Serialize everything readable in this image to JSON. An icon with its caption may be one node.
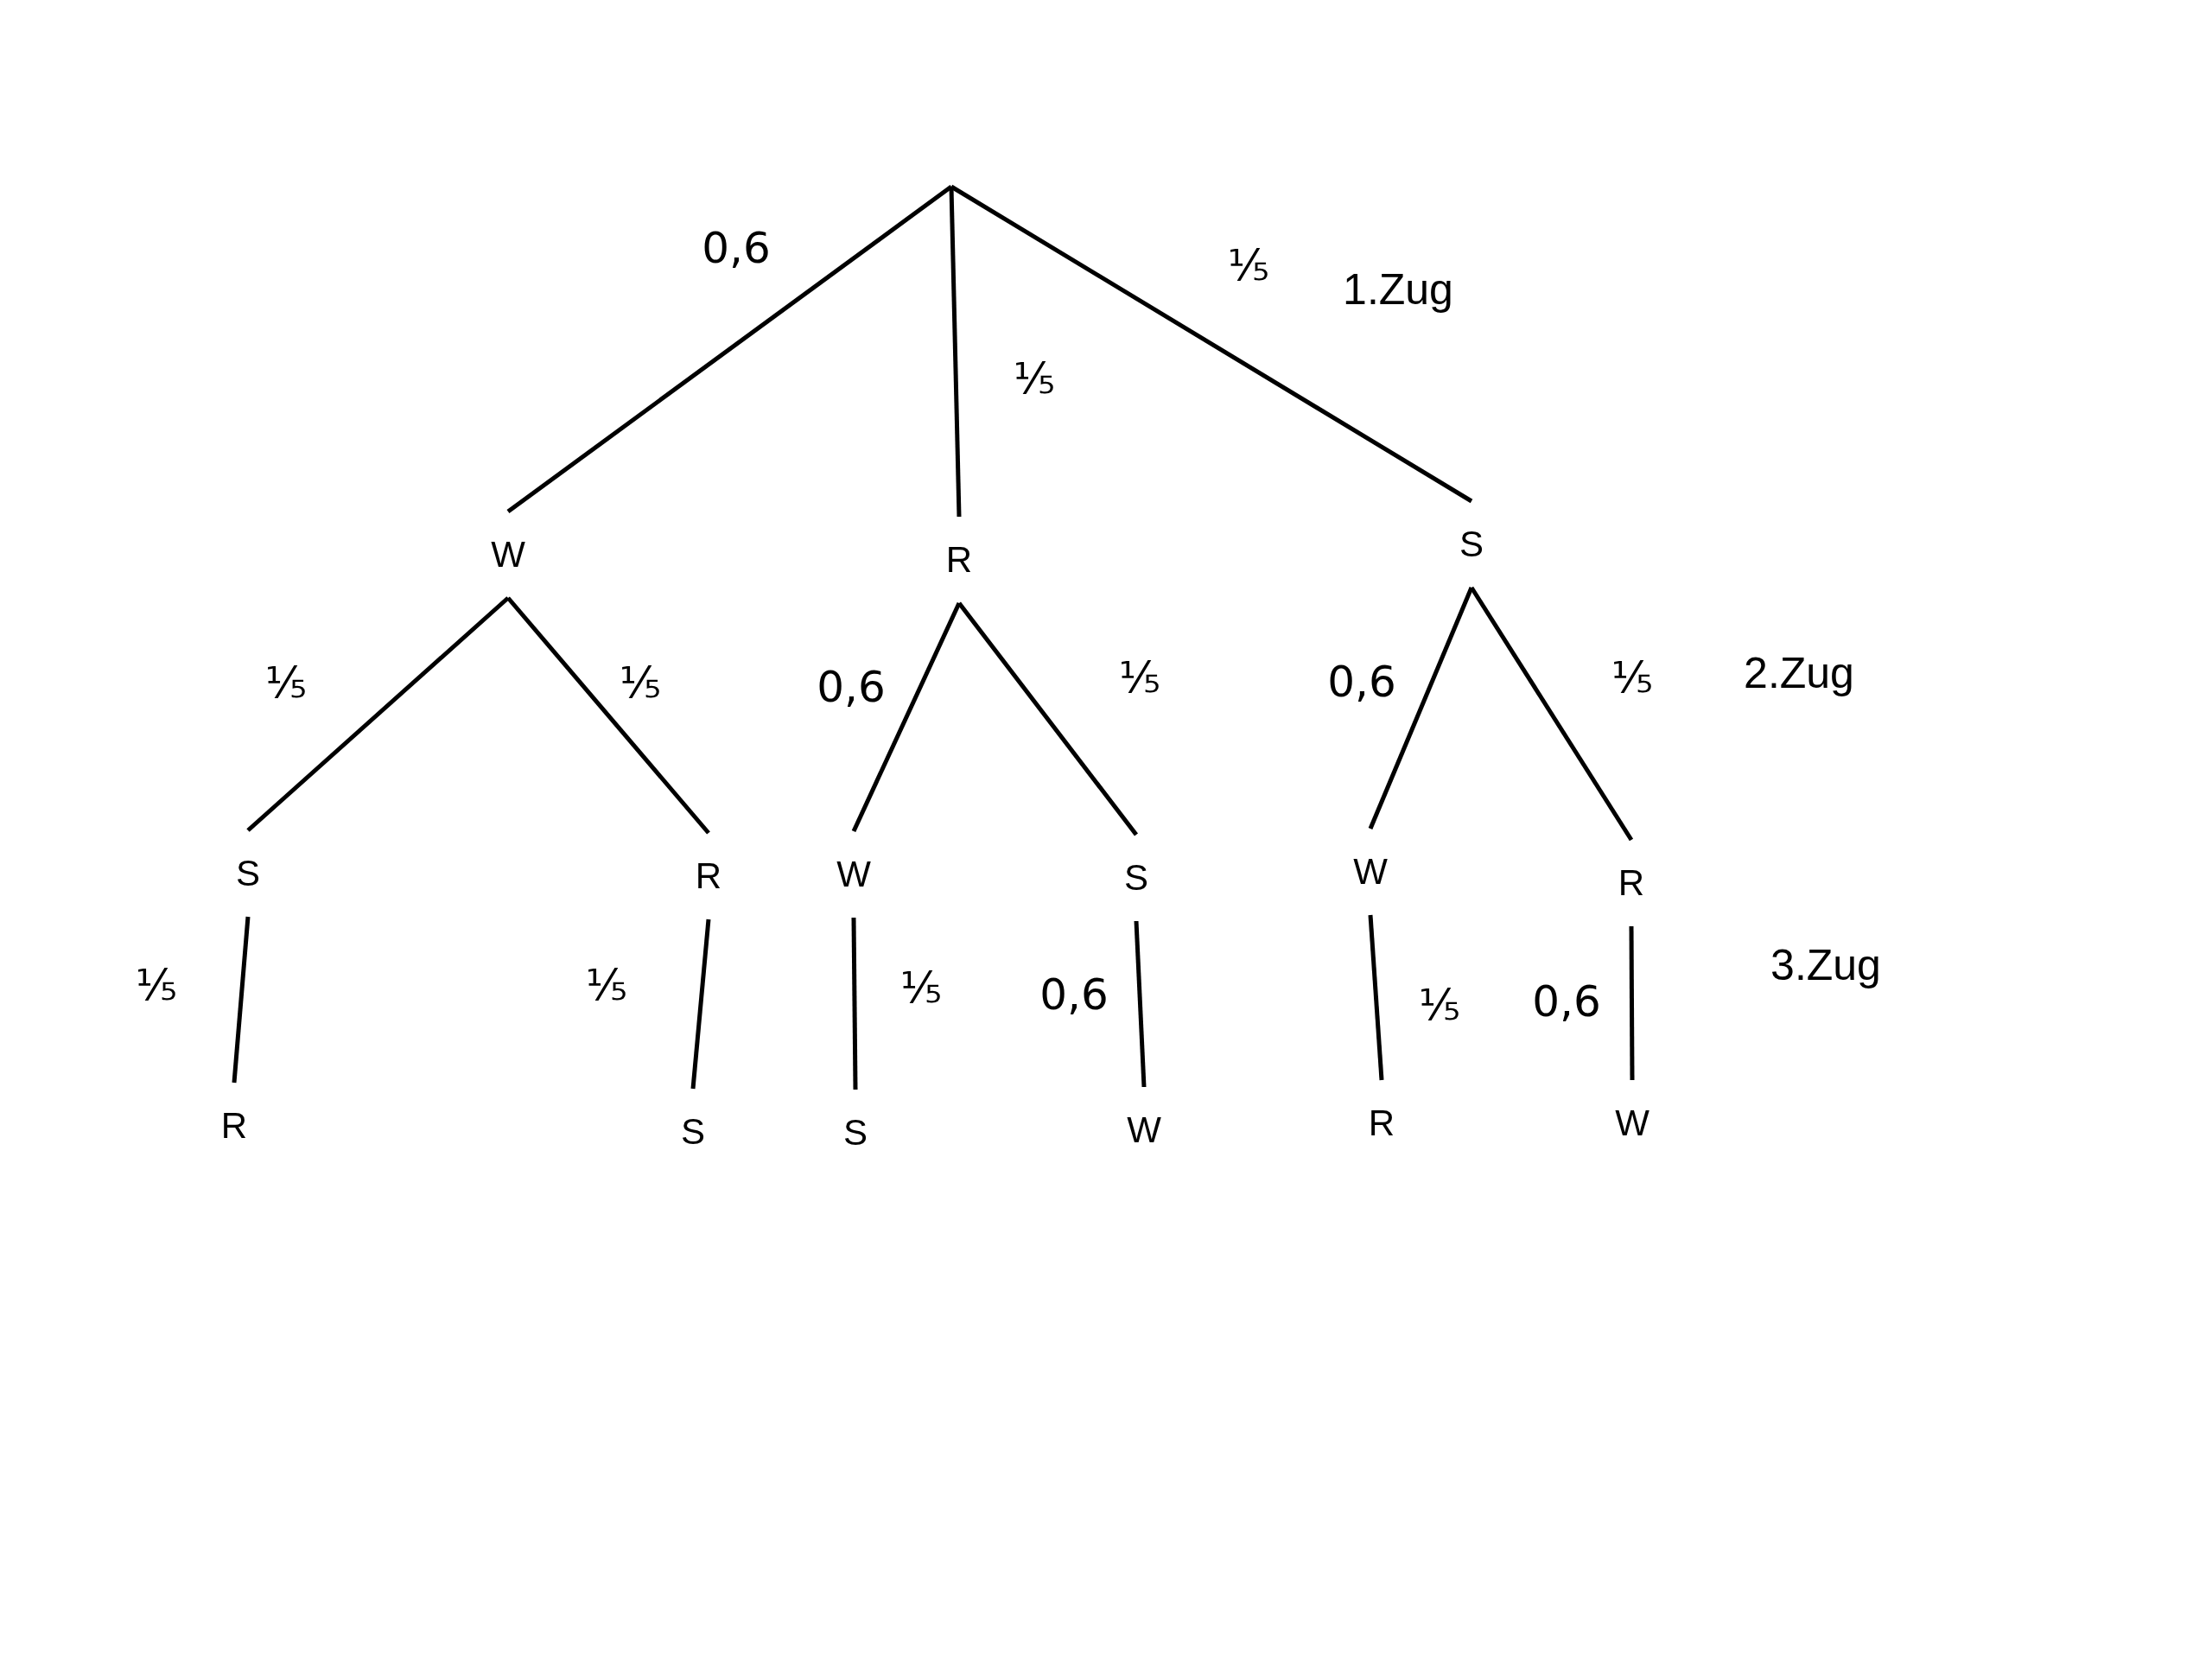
{
  "diagram": {
    "nodes": [
      {
        "text": [
          "W"
        ]
      },
      {
        "text": [
          "R"
        ]
      },
      {
        "text": [
          "S"
        ]
      },
      {
        "text": [
          "S"
        ]
      },
      {
        "text": [
          "R"
        ]
      },
      {
        "text": [
          "W"
        ]
      },
      {
        "text": [
          "S"
        ]
      },
      {
        "text": [
          "W"
        ]
      },
      {
        "text": [
          "R"
        ]
      },
      {
        "text": [
          "R"
        ]
      },
      {
        "text": [
          "S"
        ]
      },
      {
        "text": [
          "S"
        ]
      },
      {
        "text": [
          "W"
        ]
      },
      {
        "text": [
          "R"
        ]
      },
      {
        "text": [
          "W"
        ]
      }
    ],
    "edges": [
      {
        "from": null,
        "to": 0,
        "arrow": "none",
        "label": "0,6"
      },
      {
        "from": null,
        "to": 1,
        "arrow": "none",
        "label": "⅕"
      },
      {
        "from": null,
        "to": 2,
        "arrow": "none",
        "label": "⅕"
      },
      {
        "from": 0,
        "to": 3,
        "arrow": "none",
        "label": "⅕"
      },
      {
        "from": 0,
        "to": 4,
        "arrow": "none",
        "label": "⅕"
      },
      {
        "from": 1,
        "to": 5,
        "arrow": "none",
        "label": "0,6"
      },
      {
        "from": 1,
        "to": 6,
        "arrow": "none",
        "label": "⅕"
      },
      {
        "from": 2,
        "to": 7,
        "arrow": "none",
        "label": "0,6"
      },
      {
        "from": 2,
        "to": 8,
        "arrow": "none",
        "label": "⅕"
      },
      {
        "from": 3,
        "to": 9,
        "arrow": "none",
        "label": "⅕"
      },
      {
        "from": 4,
        "to": 10,
        "arrow": "none",
        "label": "⅕"
      },
      {
        "from": 5,
        "to": 11,
        "arrow": "none",
        "label": "⅕"
      },
      {
        "from": 6,
        "to": 12,
        "arrow": "none",
        "label": "0,6"
      },
      {
        "from": 7,
        "to": 13,
        "arrow": "none",
        "label": "⅕"
      },
      {
        "from": 8,
        "to": 14,
        "arrow": "none",
        "label": "0,6"
      }
    ],
    "labels": [
      "1.Zug",
      "2.Zug",
      "3.Zug"
    ]
  }
}
